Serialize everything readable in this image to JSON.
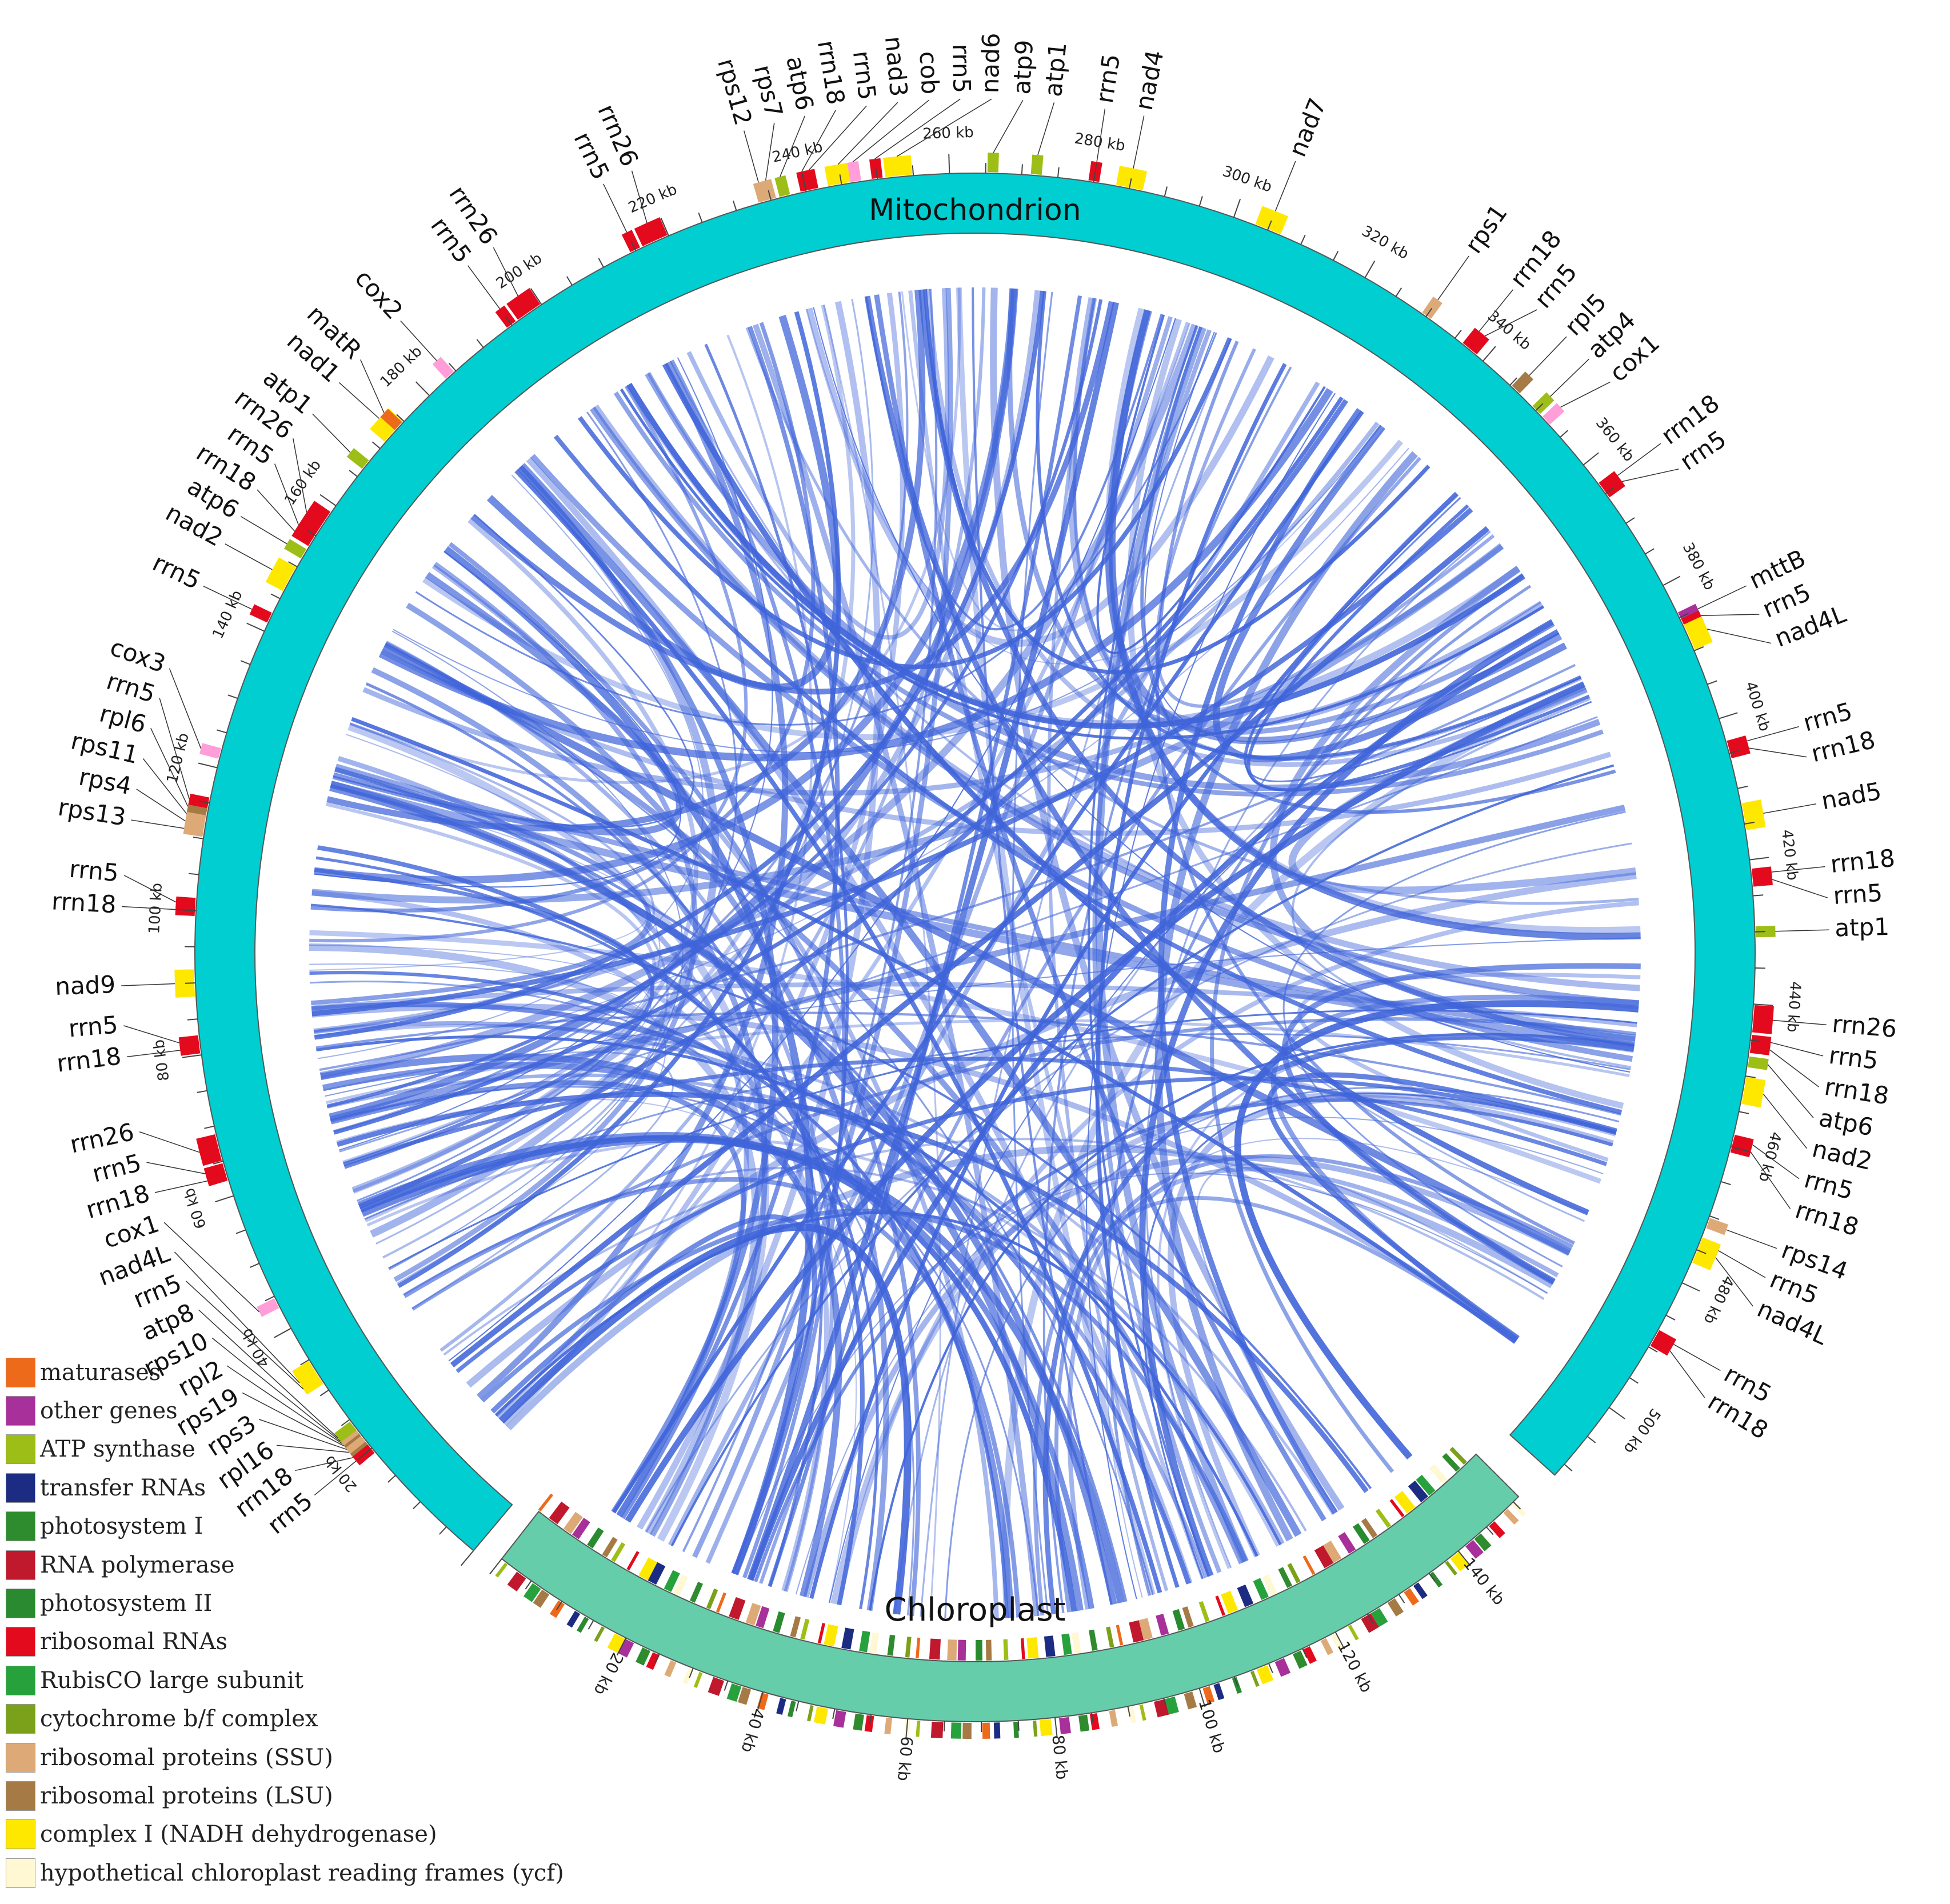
{
  "rings": {
    "mito": {
      "label": "Mitochondrion",
      "length_kb": 512,
      "color": "#00CED1"
    },
    "chloro": {
      "label": "Chloroplast",
      "length_kb": 151,
      "color": "#66CDAA"
    }
  },
  "mito_ticks": [
    "20 kb",
    "40 kb",
    "60 kb",
    "80 kb",
    "100 kb",
    "120 kb",
    "140 kb",
    "160 kb",
    "180 kb",
    "200 kb",
    "220 kb",
    "240 kb",
    "260 kb",
    "280 kb",
    "300 kb",
    "320 kb",
    "340 kb",
    "360 kb",
    "380 kb",
    "400 kb",
    "420 kb",
    "440 kb",
    "460 kb",
    "480 kb",
    "500 kb"
  ],
  "chloro_ticks": [
    "20 kb",
    "40 kb",
    "60 kb",
    "80 kb",
    "100 kb",
    "120 kb",
    "140 kb"
  ],
  "legend": [
    {
      "label": "maturases",
      "color": "#EE6A1B"
    },
    {
      "label": "other genes",
      "color": "#A7309A"
    },
    {
      "label": "ATP synthase",
      "color": "#9DBE16"
    },
    {
      "label": "transfer RNAs",
      "color": "#1C2C82"
    },
    {
      "label": "photosystem I",
      "color": "#2E8B2E"
    },
    {
      "label": "RNA polymerase",
      "color": "#C0182C"
    },
    {
      "label": "photosystem II",
      "color": "#2A8A30"
    },
    {
      "label": "ribosomal RNAs",
      "color": "#E30A1E"
    },
    {
      "label": "RubisCO large subunit",
      "color": "#27A13C"
    },
    {
      "label": "cytochrome b/f complex",
      "color": "#7BA11A"
    },
    {
      "label": "ribosomal proteins (SSU)",
      "color": "#DDAA77"
    },
    {
      "label": "ribosomal proteins (LSU)",
      "color": "#A57A45"
    },
    {
      "label": "complex I (NADH dehydrogenase)",
      "color": "#FFE800"
    },
    {
      "label": "hypothetical chloroplast reading frames (ycf)",
      "color": "#FFF8D2"
    }
  ],
  "mito_genes": [
    {
      "name": "rrn5",
      "pos": 20
    },
    {
      "name": "rrn18",
      "pos": 20.6
    },
    {
      "name": "rpl16",
      "pos": 21.5
    },
    {
      "name": "rps3",
      "pos": 22
    },
    {
      "name": "rps19",
      "pos": 22.6
    },
    {
      "name": "rpl2",
      "pos": 23
    },
    {
      "name": "rps10",
      "pos": 23.4
    },
    {
      "name": "atp8",
      "pos": 24
    },
    {
      "name": "rrn5",
      "pos": 32
    },
    {
      "name": "nad4L",
      "pos": 33
    },
    {
      "name": "cox1",
      "pos": 44
    },
    {
      "name": "rrn18",
      "pos": 63
    },
    {
      "name": "rrn5",
      "pos": 64
    },
    {
      "name": "rrn26",
      "pos": 67
    },
    {
      "name": "rrn18",
      "pos": 81
    },
    {
      "name": "rrn5",
      "pos": 82
    },
    {
      "name": "nad9",
      "pos": 90
    },
    {
      "name": "rrn18",
      "pos": 100
    },
    {
      "name": "rrn5",
      "pos": 101
    },
    {
      "name": "rps13",
      "pos": 111
    },
    {
      "name": "rps4",
      "pos": 112
    },
    {
      "name": "rps11",
      "pos": 113
    },
    {
      "name": "rpl6",
      "pos": 114
    },
    {
      "name": "rrn5",
      "pos": 115
    },
    {
      "name": "cox3",
      "pos": 122
    },
    {
      "name": "rrn5",
      "pos": 142
    },
    {
      "name": "nad2",
      "pos": 148
    },
    {
      "name": "atp6",
      "pos": 152
    },
    {
      "name": "rrn18",
      "pos": 154
    },
    {
      "name": "rrn5",
      "pos": 155
    },
    {
      "name": "rrn26",
      "pos": 157
    },
    {
      "name": "atp1",
      "pos": 167
    },
    {
      "name": "nad1",
      "pos": 173
    },
    {
      "name": "matR",
      "pos": 174
    },
    {
      "name": "cox2",
      "pos": 184
    },
    {
      "name": "rrn5",
      "pos": 195
    },
    {
      "name": "rrn26",
      "pos": 198
    },
    {
      "name": "rrn5",
      "pos": 215
    },
    {
      "name": "rrn26",
      "pos": 218
    },
    {
      "name": "rps12",
      "pos": 234
    },
    {
      "name": "rps7",
      "pos": 235
    },
    {
      "name": "atp6",
      "pos": 237
    },
    {
      "name": "rrn18",
      "pos": 240
    },
    {
      "name": "rrn5",
      "pos": 241
    },
    {
      "name": "nad3",
      "pos": 245
    },
    {
      "name": "cob",
      "pos": 247
    },
    {
      "name": "rrn5",
      "pos": 250
    },
    {
      "name": "nad6",
      "pos": 253
    },
    {
      "name": "atp9",
      "pos": 266
    },
    {
      "name": "atp1",
      "pos": 272
    },
    {
      "name": "rrn5",
      "pos": 280
    },
    {
      "name": "nad4",
      "pos": 285
    },
    {
      "name": "nad7",
      "pos": 305
    },
    {
      "name": "rps1",
      "pos": 330
    },
    {
      "name": "rrn18",
      "pos": 337
    },
    {
      "name": "rrn5",
      "pos": 338
    },
    {
      "name": "rpl5",
      "pos": 346
    },
    {
      "name": "atp4",
      "pos": 350
    },
    {
      "name": "cox1",
      "pos": 352
    },
    {
      "name": "rrn18",
      "pos": 364
    },
    {
      "name": "rrn5",
      "pos": 365
    },
    {
      "name": "mttB",
      "pos": 385
    },
    {
      "name": "rrn5",
      "pos": 386
    },
    {
      "name": "nad4L",
      "pos": 388
    },
    {
      "name": "rrn5",
      "pos": 404
    },
    {
      "name": "rrn18",
      "pos": 405
    },
    {
      "name": "nad5",
      "pos": 414
    },
    {
      "name": "rrn18",
      "pos": 422
    },
    {
      "name": "rrn5",
      "pos": 423
    },
    {
      "name": "atp1",
      "pos": 430
    },
    {
      "name": "rrn26",
      "pos": 442
    },
    {
      "name": "rrn5",
      "pos": 445
    },
    {
      "name": "rrn18",
      "pos": 446
    },
    {
      "name": "atp6",
      "pos": 448
    },
    {
      "name": "nad2",
      "pos": 452
    },
    {
      "name": "rrn5",
      "pos": 459
    },
    {
      "name": "rrn18",
      "pos": 460
    },
    {
      "name": "rps14",
      "pos": 471
    },
    {
      "name": "rrn5",
      "pos": 474
    },
    {
      "name": "nad4L",
      "pos": 475
    },
    {
      "name": "rrn5",
      "pos": 488
    },
    {
      "name": "rrn18",
      "pos": 489
    }
  ]
}
